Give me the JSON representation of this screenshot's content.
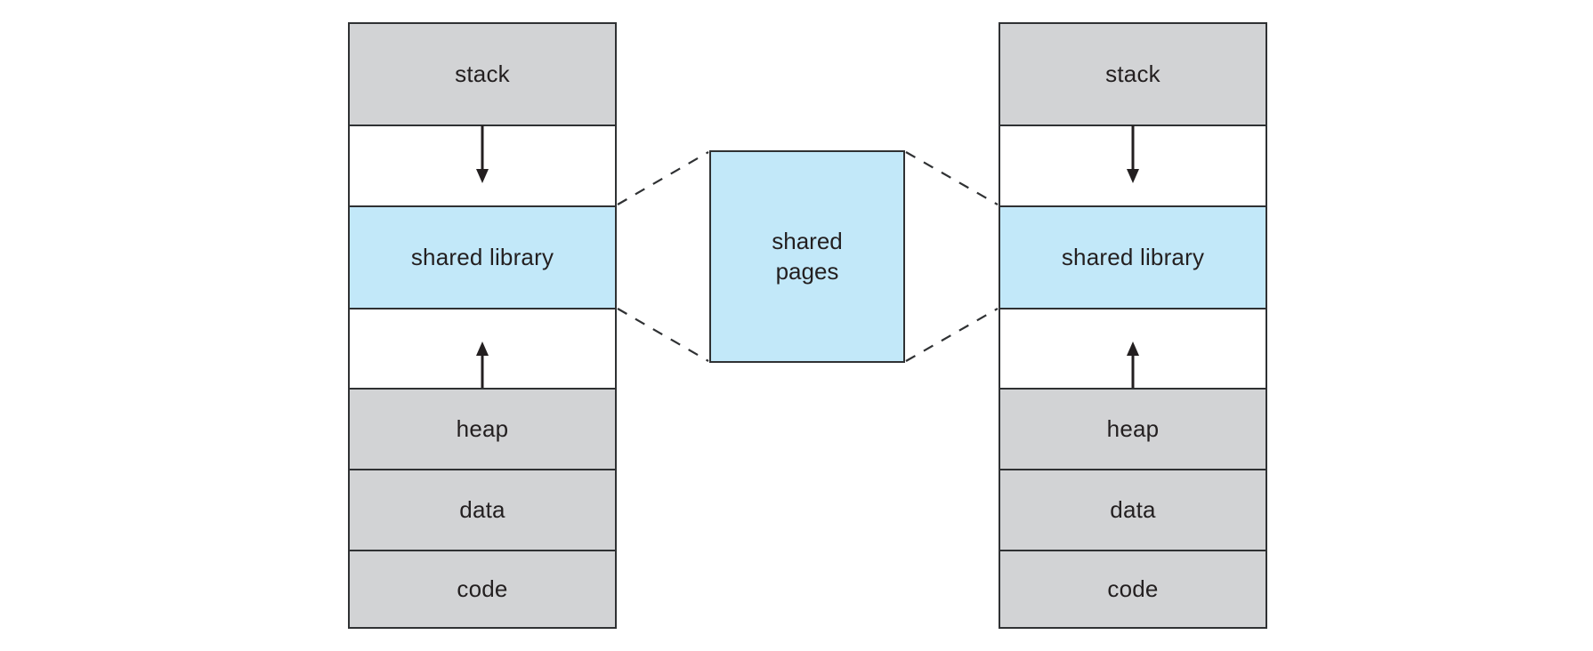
{
  "colors": {
    "segment_gray": "#d2d3d5",
    "shared_blue": "#c2e8f9",
    "border": "#2f3133",
    "background": "#ffffff",
    "text": "#231f20"
  },
  "columns": [
    {
      "segments": [
        {
          "label": "stack"
        },
        {
          "label": ""
        },
        {
          "label": "shared library"
        },
        {
          "label": ""
        },
        {
          "label": "heap"
        },
        {
          "label": "data"
        },
        {
          "label": "code"
        }
      ]
    },
    {
      "segments": [
        {
          "label": "stack"
        },
        {
          "label": ""
        },
        {
          "label": "shared library"
        },
        {
          "label": ""
        },
        {
          "label": "heap"
        },
        {
          "label": "data"
        },
        {
          "label": "code"
        }
      ]
    }
  ],
  "shared_pages": {
    "label": "shared\npages"
  }
}
